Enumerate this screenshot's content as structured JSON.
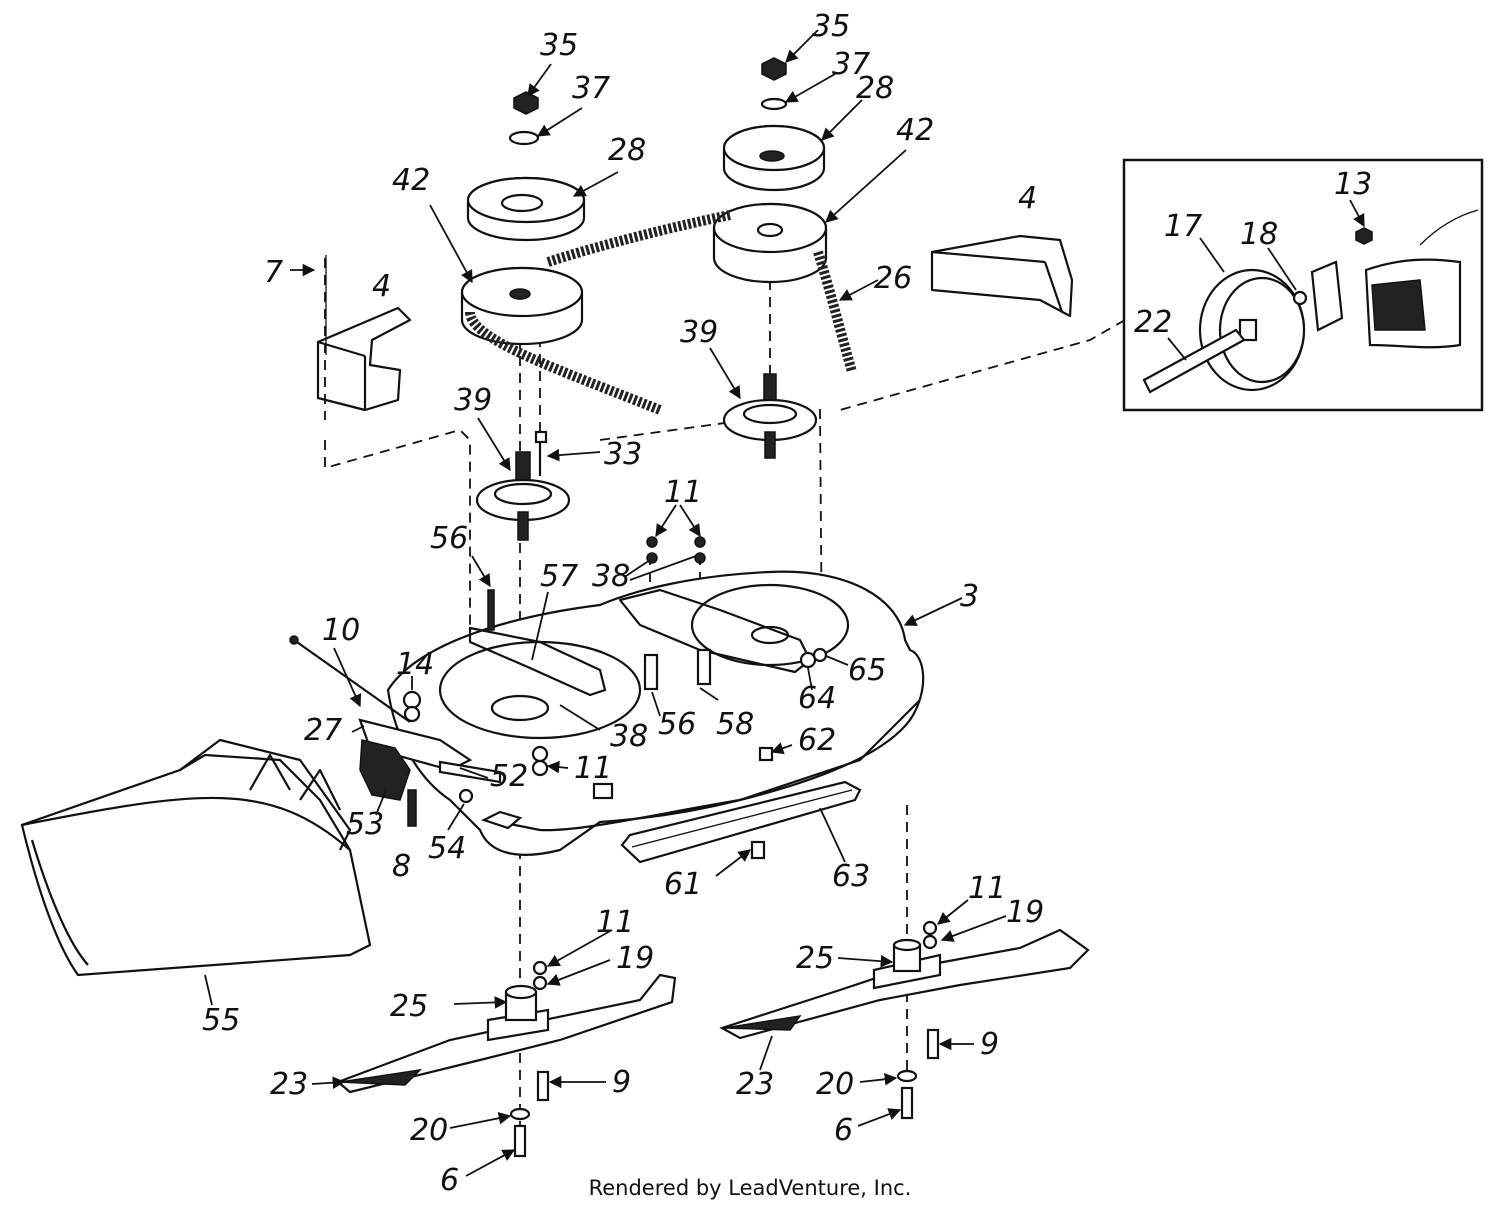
{
  "footer": {
    "credit": "Rendered by LeadVenture, Inc."
  },
  "callouts": {
    "c35a": "35",
    "c37a": "37",
    "c28a": "28",
    "c42a": "42",
    "c35b": "35",
    "c37b": "37",
    "c28b": "28",
    "c42b": "42",
    "c26": "26",
    "c4a": "4",
    "c7": "7",
    "c4b": "4",
    "c39a": "39",
    "c39b": "39",
    "c33": "33",
    "c11a": "11",
    "c38a": "38",
    "c56a": "56",
    "c57": "57",
    "c3": "3",
    "c10": "10",
    "c14": "14",
    "c65": "65",
    "c64": "64",
    "c27": "27",
    "c38b": "38",
    "c56b": "56",
    "c58": "58",
    "c62": "62",
    "c52": "52",
    "c11b": "11",
    "c53": "53",
    "c54": "54",
    "c8": "8",
    "c61": "61",
    "c63": "63",
    "c11c": "11",
    "c19a": "19",
    "c25a": "25",
    "c55": "55",
    "c9a": "9",
    "c23a": "23",
    "c20a": "20",
    "c6a": "6",
    "c11d": "11",
    "c19b": "19",
    "c25b": "25",
    "c9b": "9",
    "c23b": "23",
    "c20b": "20",
    "c6b": "6",
    "c13": "13",
    "c17": "17",
    "c18": "18",
    "c22": "22"
  }
}
